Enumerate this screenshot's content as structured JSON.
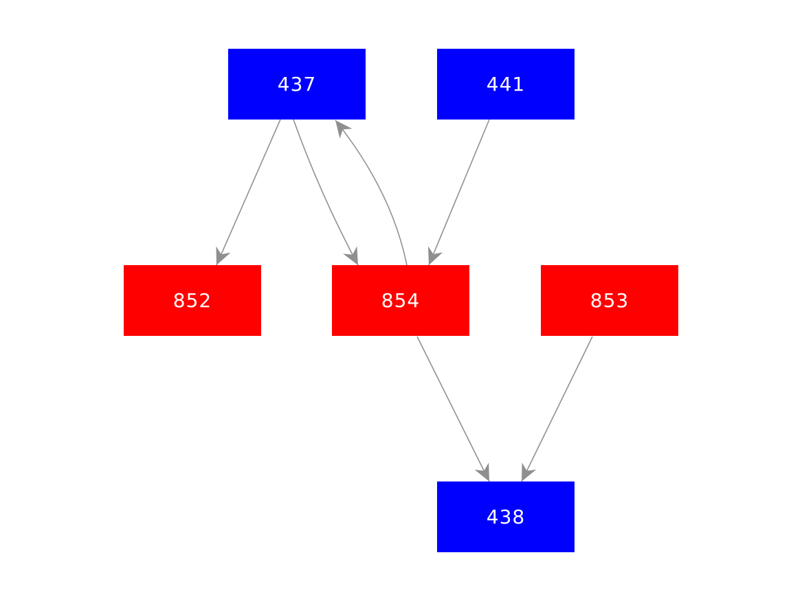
{
  "diagram": {
    "type": "directed-graph",
    "background_color": "#ffffff",
    "edge_color": "#909090",
    "arrowhead_color": "#8f8f8f",
    "node_text_color": "#ffffff",
    "node_colors": {
      "blue": "#0000ff",
      "red": "#ff0000"
    },
    "nodes": [
      {
        "id": "437",
        "label": "437",
        "color": "#0000ff",
        "row": "top"
      },
      {
        "id": "441",
        "label": "441",
        "color": "#0000ff",
        "row": "top"
      },
      {
        "id": "852",
        "label": "852",
        "color": "#ff0000",
        "row": "middle"
      },
      {
        "id": "854",
        "label": "854",
        "color": "#ff0000",
        "row": "middle"
      },
      {
        "id": "853",
        "label": "853",
        "color": "#ff0000",
        "row": "middle"
      },
      {
        "id": "438",
        "label": "438",
        "color": "#0000ff",
        "row": "bottom"
      }
    ],
    "edges": [
      {
        "from": "437",
        "to": "852"
      },
      {
        "from": "437",
        "to": "854"
      },
      {
        "from": "854",
        "to": "437"
      },
      {
        "from": "441",
        "to": "854"
      },
      {
        "from": "854",
        "to": "438"
      },
      {
        "from": "853",
        "to": "438"
      }
    ]
  }
}
